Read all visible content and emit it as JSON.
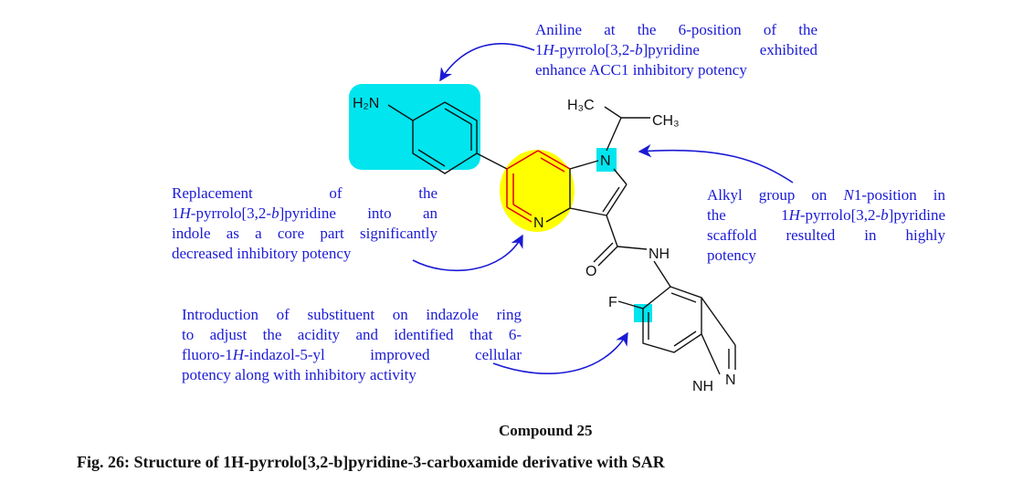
{
  "annotations": {
    "aniline": {
      "lines": [
        [
          {
            "t": "Aniline at the 6-position of the"
          }
        ],
        [
          {
            "t": "1"
          },
          {
            "t": "H",
            "i": true
          },
          {
            "t": "-pyrrolo[3,2-"
          },
          {
            "t": "b",
            "i": true
          },
          {
            "t": "]pyridine exhibited"
          }
        ],
        [
          {
            "t": "enhance ACC1 inhibitory potency"
          }
        ]
      ]
    },
    "replacement": {
      "lines": [
        [
          {
            "t": "Replacement of the"
          }
        ],
        [
          {
            "t": "1"
          },
          {
            "t": "H",
            "i": true
          },
          {
            "t": "-pyrrolo[3,2-"
          },
          {
            "t": "b",
            "i": true
          },
          {
            "t": "]pyridine into an"
          }
        ],
        [
          {
            "t": "indole as a core part significantly"
          }
        ],
        [
          {
            "t": "decreased inhibitory potency"
          }
        ]
      ]
    },
    "alkyl": {
      "lines": [
        [
          {
            "t": "Alkyl group on "
          },
          {
            "t": "N",
            "i": true
          },
          {
            "t": "1-position in"
          }
        ],
        [
          {
            "t": "the 1"
          },
          {
            "t": "H",
            "i": true
          },
          {
            "t": "-pyrrolo[3,2-"
          },
          {
            "t": "b",
            "i": true
          },
          {
            "t": "]pyridine"
          }
        ],
        [
          {
            "t": "scaffold resulted in highly"
          }
        ],
        [
          {
            "t": "potency"
          }
        ]
      ]
    },
    "indazole": {
      "lines": [
        [
          {
            "t": "Introduction of substituent on indazole ring"
          }
        ],
        [
          {
            "t": "to adjust the acidity and identified that 6-"
          }
        ],
        [
          {
            "t": "fluoro-1"
          },
          {
            "t": "H",
            "i": true
          },
          {
            "t": "-indazol-5-yl improved cellular"
          }
        ],
        [
          {
            "t": "potency along with inhibitory activity"
          }
        ]
      ]
    }
  },
  "atoms": {
    "amine": "H₂N",
    "methyl_left": "H₃C",
    "methyl_right": "CH₃",
    "pyrrole_n": "N",
    "pyridine_n": "N",
    "amide_nh": "NH",
    "carbonyl_o": "O",
    "fluorine": "F",
    "indazole_nh": "NH",
    "indazole_n": "N"
  },
  "captions": {
    "compound": "Compound 25",
    "figure": "Fig. 26: Structure of 1H-pyrrolo[3,2-b]pyridine-3-carboxamide derivative with SAR"
  },
  "colors": {
    "annotation_text": "#1a1ad6",
    "arrow": "#1a1ad6",
    "highlight_cyan": "#00e5ee",
    "highlight_yellow": "#ffff00",
    "core_ring_bonds": "#e00000",
    "bond": "#111111"
  }
}
